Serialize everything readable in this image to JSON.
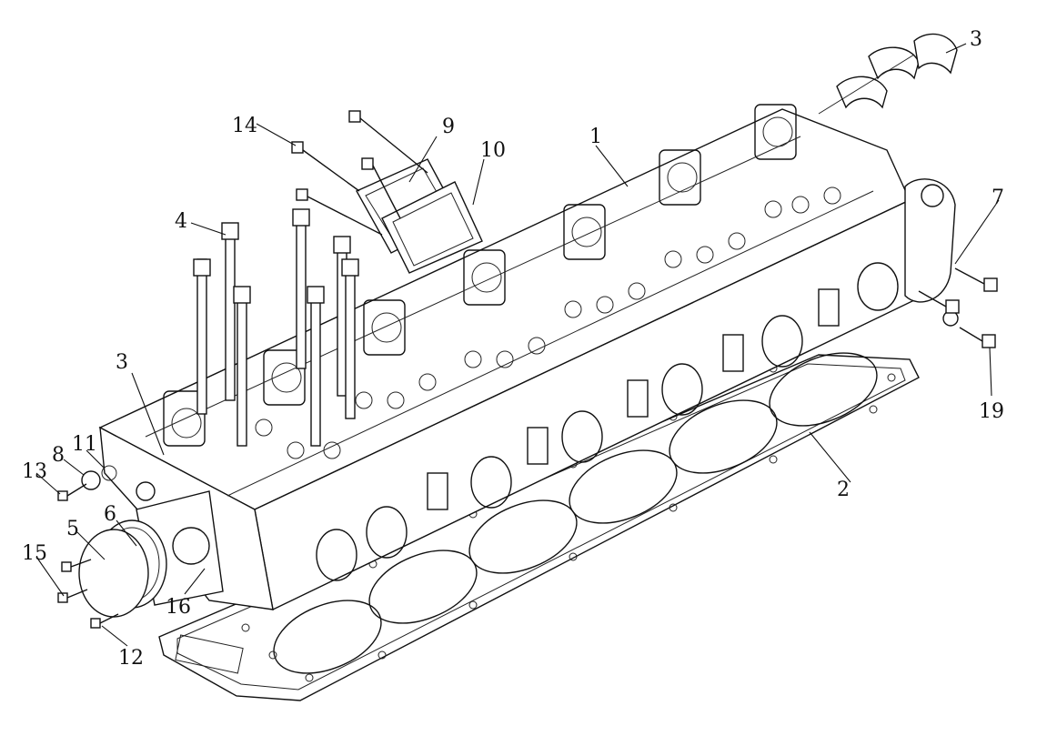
{
  "diagram": {
    "callouts": [
      {
        "id": "c1",
        "text": "1"
      },
      {
        "id": "c2",
        "text": "2"
      },
      {
        "id": "c3a",
        "text": "3"
      },
      {
        "id": "c3b",
        "text": "3"
      },
      {
        "id": "c4",
        "text": "4"
      },
      {
        "id": "c5",
        "text": "5"
      },
      {
        "id": "c6",
        "text": "6"
      },
      {
        "id": "c7",
        "text": "7"
      },
      {
        "id": "c8",
        "text": "8"
      },
      {
        "id": "c9",
        "text": "9"
      },
      {
        "id": "c10",
        "text": "10"
      },
      {
        "id": "c11",
        "text": "11"
      },
      {
        "id": "c12",
        "text": "12"
      },
      {
        "id": "c13",
        "text": "13"
      },
      {
        "id": "c14",
        "text": "14"
      },
      {
        "id": "c15",
        "text": "15"
      },
      {
        "id": "c16",
        "text": "16"
      },
      {
        "id": "c19",
        "text": "19"
      }
    ]
  }
}
